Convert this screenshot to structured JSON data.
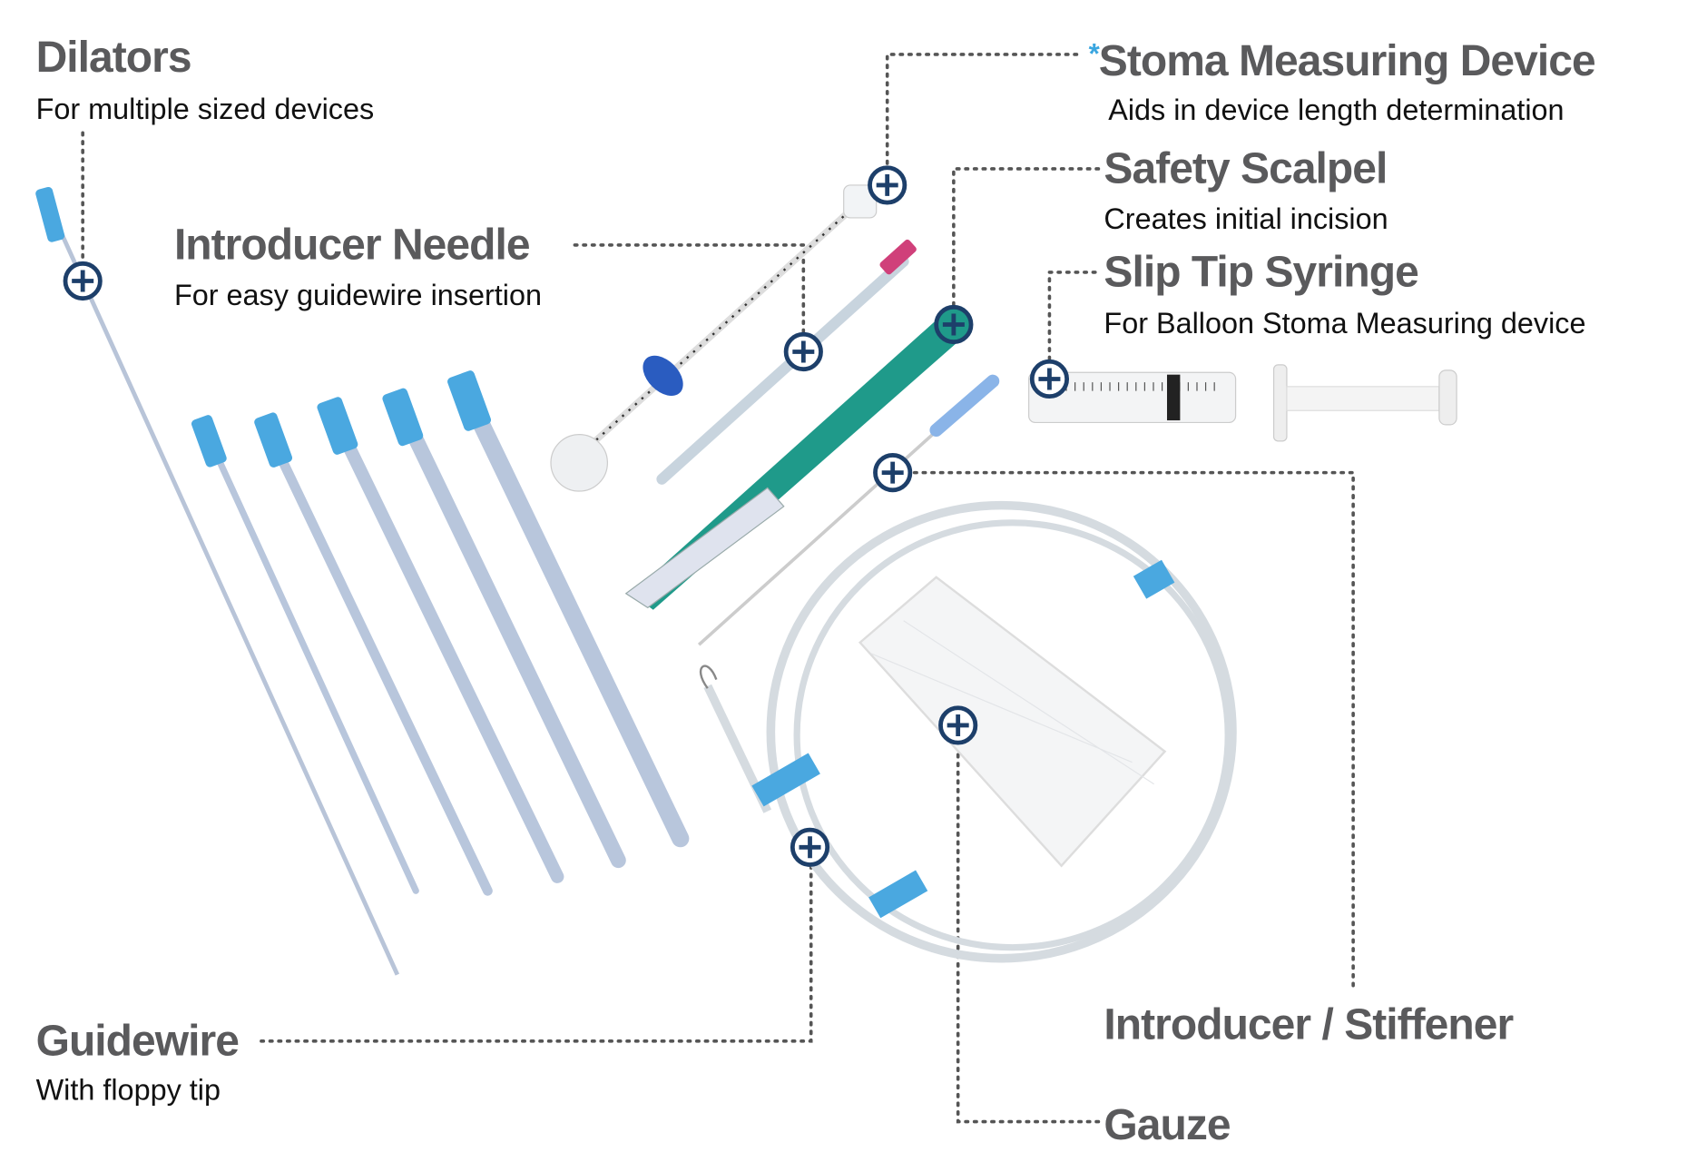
{
  "labels": {
    "dilators": {
      "title": "Dilators",
      "subtitle": "For multiple sized devices"
    },
    "introducer_needle": {
      "title": "Introducer Needle",
      "subtitle": "For easy guidewire insertion"
    },
    "stoma": {
      "asterisk": "*",
      "title": "Stoma Measuring Device",
      "subtitle": "Aids in device length determination"
    },
    "scalpel": {
      "title": "Safety Scalpel",
      "subtitle": "Creates initial incision"
    },
    "syringe": {
      "title": "Slip Tip Syringe",
      "subtitle": "For Balloon Stoma Measuring device"
    },
    "guidewire": {
      "title": "Guidewire",
      "subtitle": "With floppy tip"
    },
    "stiffener": {
      "title": "Introducer / Stiffener"
    },
    "gauze": {
      "title": "Gauze"
    }
  },
  "colors": {
    "marker": "#1d3f6a",
    "hub": "#4aa8e0",
    "scalpel": "#1f9a8a",
    "title": "#5a5a5c"
  }
}
